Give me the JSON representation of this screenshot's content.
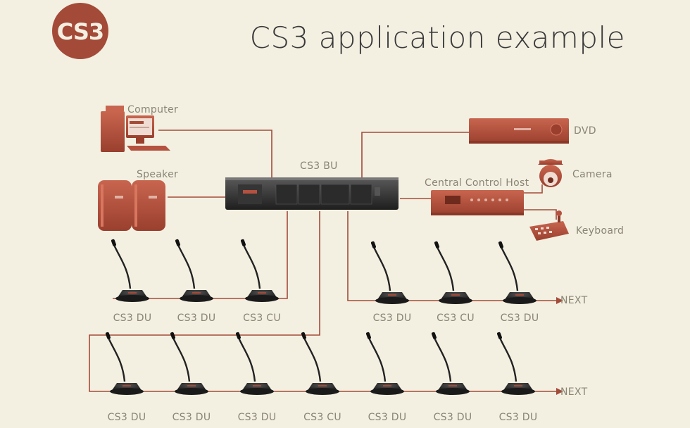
{
  "logo": {
    "text": "CS3"
  },
  "title": "CS3 application example",
  "devices": {
    "computer": "Computer",
    "speaker": "Speaker",
    "bu": "CS3 BU",
    "dvd": "DVD",
    "central": "Central Control Host",
    "camera": "Camera",
    "keyboard": "Keyboard"
  },
  "rows": {
    "row1_left": [
      "CS3 DU",
      "CS3 DU",
      "CS3 CU"
    ],
    "row1_right": [
      "CS3 DU",
      "CS3 CU",
      "CS3 DU"
    ],
    "row2": [
      "CS3 DU",
      "CS3 DU",
      "CS3 DU",
      "CS3 CU",
      "CS3 DU",
      "CS3 DU",
      "CS3 DU"
    ],
    "next_label": "NEXT"
  },
  "colors": {
    "accent": "#a44a38",
    "device": "#b5513f",
    "background": "#f3f0e2",
    "unit": "#2b2b2b"
  }
}
